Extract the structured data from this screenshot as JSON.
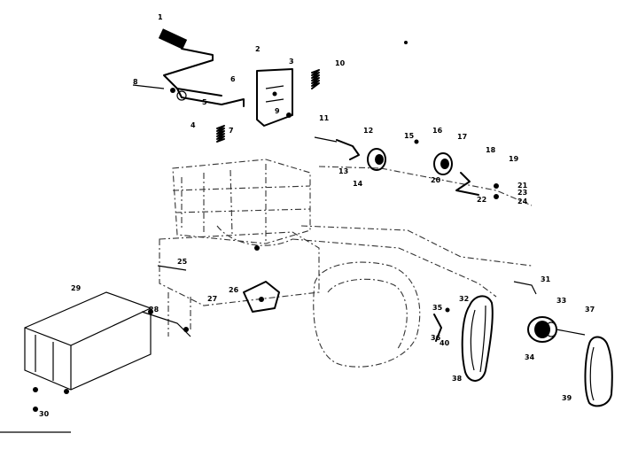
{
  "diagram": {
    "callouts": [
      "1",
      "2",
      "3",
      "4",
      "5",
      "6",
      "7",
      "8",
      "9",
      "10",
      "11",
      "12",
      "13",
      "14",
      "15",
      "16",
      "17",
      "18",
      "19",
      "20",
      "21",
      "22",
      "23",
      "24",
      "25",
      "26",
      "27",
      "28",
      "29",
      "30",
      "31",
      "32",
      "33",
      "34",
      "35",
      "36",
      "37",
      "38",
      "39",
      "40"
    ]
  },
  "colors": {
    "ink": "#000000",
    "paper": "#ffffff"
  }
}
